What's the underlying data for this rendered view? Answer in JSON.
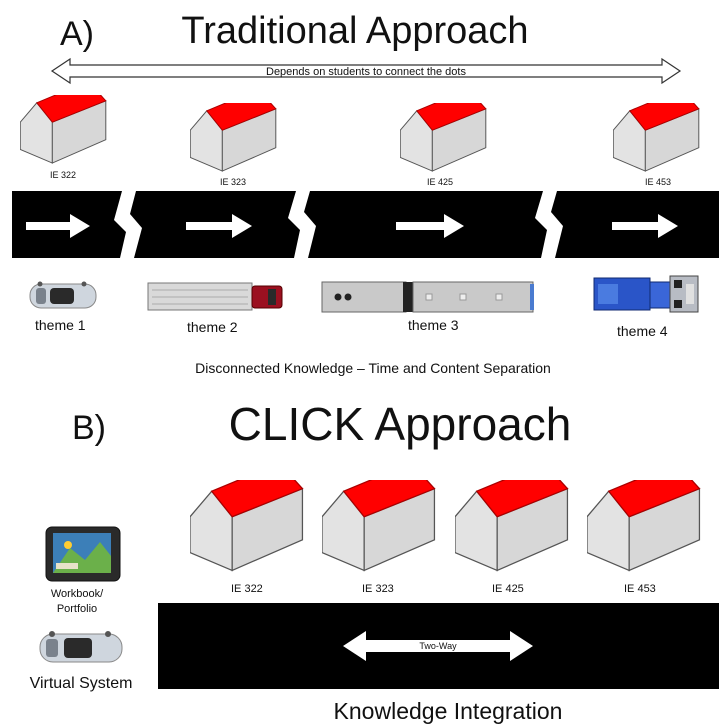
{
  "panel_a": {
    "label": "A)",
    "title": "Traditional Approach",
    "arrow_text": "Depends on students to connect the dots",
    "houses": [
      "IE 322",
      "IE 323",
      "IE 425",
      "IE 453"
    ],
    "themes": [
      "theme 1",
      "theme 2",
      "theme 3",
      "theme 4"
    ],
    "caption": "Disconnected Knowledge – Time and Content Separation"
  },
  "panel_b": {
    "label": "B)",
    "title": "CLICK Approach",
    "houses": [
      "IE 322",
      "IE 323",
      "IE 425",
      "IE 453"
    ],
    "workbook_label_1": "Workbook/",
    "workbook_label_2": "Portfolio",
    "virtual_label": "Virtual System",
    "road_arrow_text": "Two-Way",
    "caption": "Knowledge Integration"
  },
  "colors": {
    "roof": "#ff0000",
    "road": "#000000",
    "wall_front": "#e6e6e6",
    "wall_side": "#d4d4d4"
  },
  "icons": [
    "house-icon",
    "car-icon",
    "truck-icon",
    "bus-icon",
    "tractor-truck-icon",
    "tablet-icon",
    "road-arrow-icon"
  ]
}
